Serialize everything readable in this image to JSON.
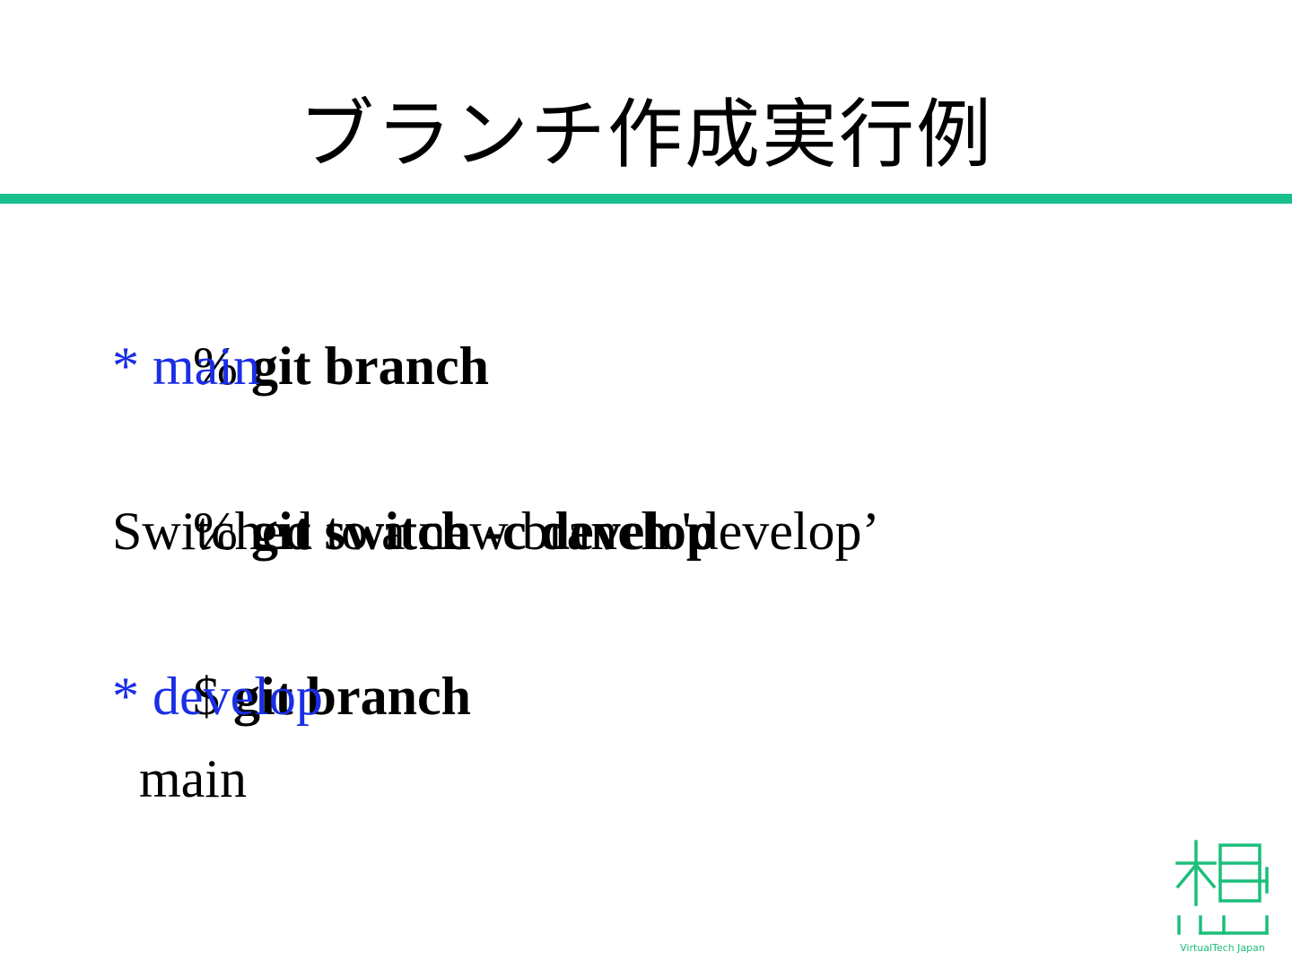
{
  "slide": {
    "title": "ブランチ作成実行例",
    "colors": {
      "accent_rule": "#1ABF8E",
      "text": "#000000",
      "output_highlight": "#1A2EE6",
      "logo": "#1ABF7A"
    }
  },
  "terminal": {
    "lines": [
      {
        "prompt": "% ",
        "text": "git branch",
        "style": "command"
      },
      {
        "text": "* main",
        "style": "current-branch"
      },
      {
        "prompt": "% ",
        "text": "git switch -c develop",
        "style": "command"
      },
      {
        "text": "Switched to a new branch 'develop’",
        "style": "output"
      },
      {
        "prompt": "$ ",
        "text": "git branch",
        "style": "command"
      },
      {
        "text": "* develop",
        "style": "current-branch"
      },
      {
        "text": "main",
        "style": "output-indented"
      }
    ]
  },
  "logo": {
    "icon": "virtualtech-logo-icon",
    "caption": "VirtualTech Japan"
  }
}
